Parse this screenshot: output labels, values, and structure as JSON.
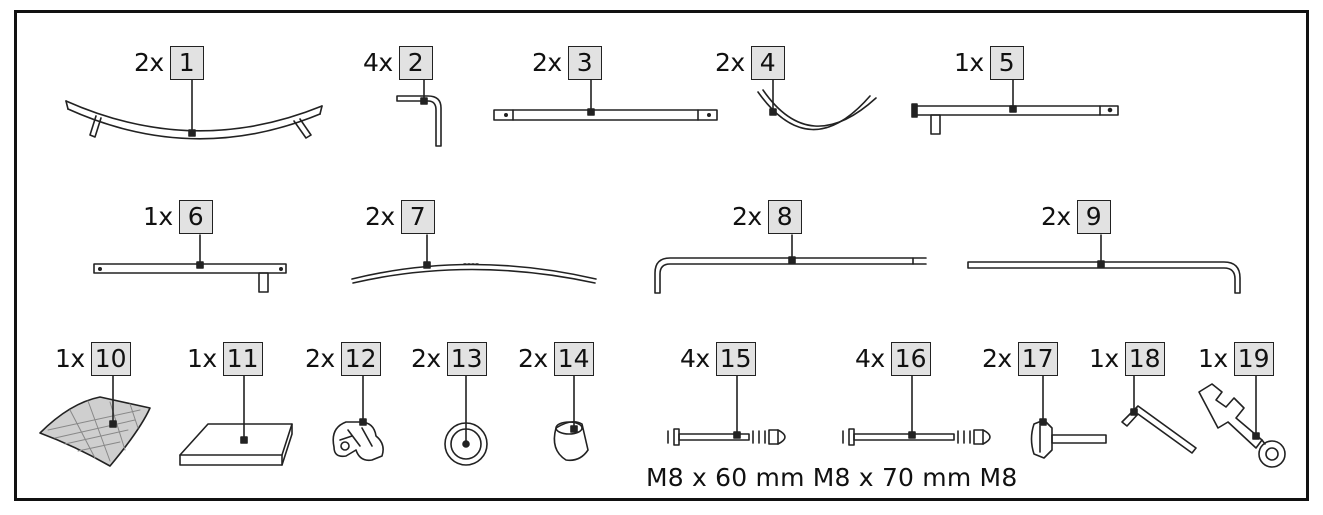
{
  "parts": [
    {
      "qty": "2x",
      "number": "1"
    },
    {
      "qty": "4x",
      "number": "2"
    },
    {
      "qty": "2x",
      "number": "3"
    },
    {
      "qty": "2x",
      "number": "4"
    },
    {
      "qty": "1x",
      "number": "5"
    },
    {
      "qty": "1x",
      "number": "6"
    },
    {
      "qty": "2x",
      "number": "7"
    },
    {
      "qty": "2x",
      "number": "8"
    },
    {
      "qty": "2x",
      "number": "9"
    },
    {
      "qty": "1x",
      "number": "10"
    },
    {
      "qty": "1x",
      "number": "11"
    },
    {
      "qty": "2x",
      "number": "12"
    },
    {
      "qty": "2x",
      "number": "13"
    },
    {
      "qty": "2x",
      "number": "14"
    },
    {
      "qty": "4x",
      "number": "15"
    },
    {
      "qty": "4x",
      "number": "16"
    },
    {
      "qty": "2x",
      "number": "17"
    },
    {
      "qty": "1x",
      "number": "18"
    },
    {
      "qty": "1x",
      "number": "19"
    }
  ],
  "bolt_sizes_caption": "M8 x 60 mm M8 x 70 mm M8"
}
